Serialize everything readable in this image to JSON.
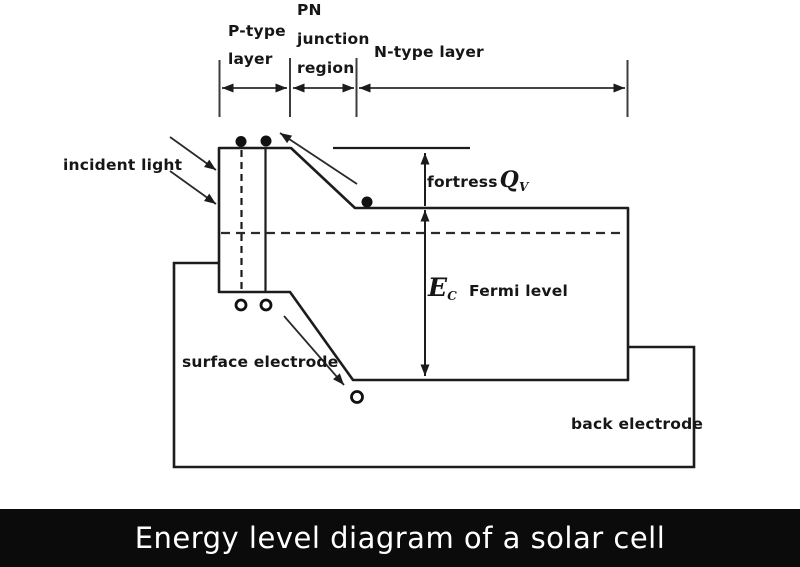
{
  "title_bar": {
    "text": "Energy level diagram of a solar cell",
    "bg_color": "#0b0b0b",
    "text_color": "#ffffff"
  },
  "labels": {
    "p_type_line1": "P-type",
    "p_type_line2": "layer",
    "pn_line1": "PN",
    "pn_line2": "junction",
    "pn_line3": "region",
    "n_type": "N-type layer",
    "incident_light": "incident light",
    "barrier_prefix": "fortress",
    "barrier_symbol": "Q",
    "barrier_sub": "V",
    "ec_symbol": "E",
    "ec_sub": "C",
    "fermi_level": "Fermi level",
    "surface_electrode": "surface electrode",
    "back_electrode": "back electrode"
  },
  "colors": {
    "diagram_line": "#1c1c1c",
    "dimension_line": "#3d3d3d",
    "background": "#ffffff"
  }
}
